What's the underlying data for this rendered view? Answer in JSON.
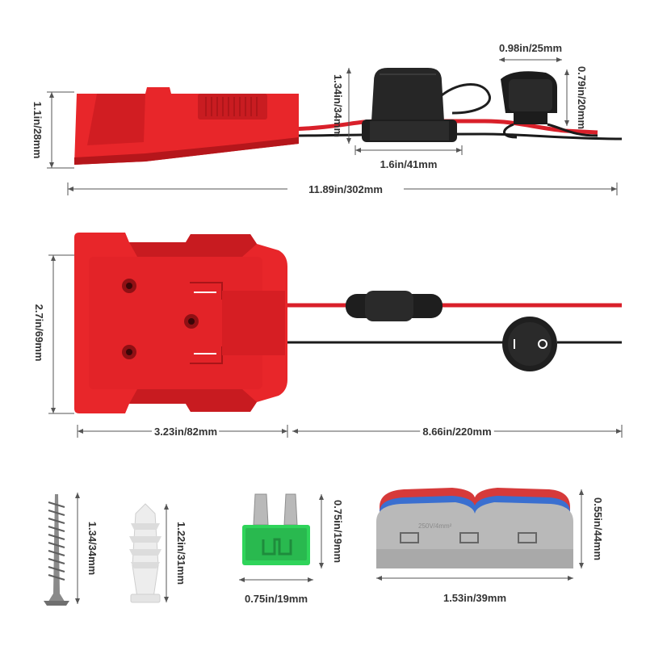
{
  "colors": {
    "adapter_red": "#e8262a",
    "adapter_dark_red": "#b5161b",
    "wire_red": "#d9202a",
    "wire_black": "#1b1b1b",
    "fuse_green": "#2fd45a",
    "connector_grey": "#b9b9b9",
    "lever_red": "#d63a3a",
    "lever_blue": "#3a6fd0",
    "dimension_text": "#333333"
  },
  "labels": {
    "side_height": "1.1in/28mm",
    "fuse_holder_height": "1.34in/34mm",
    "fuse_holder_width": "1.6in/41mm",
    "switch_width": "0.98in/25mm",
    "switch_height": "0.79in/20mm",
    "total_length": "11.89in/302mm",
    "adapter_height": "2.7in/69mm",
    "adapter_length": "3.23in/82mm",
    "cable_length": "8.66in/220mm",
    "screw_length": "1.34/34mm",
    "anchor_length": "1.22in/31mm",
    "fuse_height": "0.75in/19mm",
    "fuse_width": "0.75in/19mm",
    "connector_height": "0.55in/44mm",
    "connector_width": "1.53in/39mm",
    "connector_marking": "250V/4mm²"
  },
  "icons": {
    "adapter_side": "battery-adapter-side-view",
    "adapter_top": "battery-adapter-top-view",
    "fuse_holder": "inline-fuse-holder-icon",
    "rocker_switch": "round-rocker-switch-icon",
    "screw": "screw-icon",
    "anchor": "wall-anchor-icon",
    "fuse": "blade-fuse-icon",
    "connector": "lever-wire-connector-icon"
  }
}
